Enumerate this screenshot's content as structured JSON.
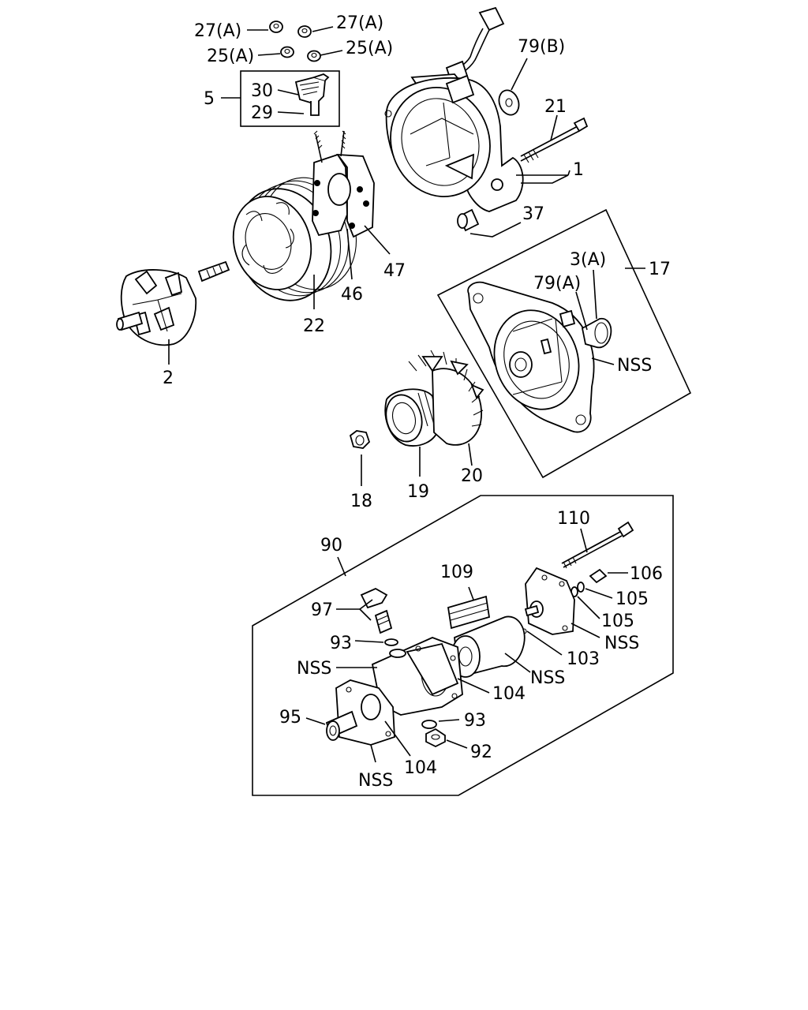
{
  "labels": {
    "l_27a_left": "27(A)",
    "l_27a_right": "27(A)",
    "l_25a_left": "25(A)",
    "l_25a_right": "25(A)",
    "l_5": "5",
    "l_30": "30",
    "l_29": "29",
    "l_79b": "79(B)",
    "l_21": "21",
    "l_1": "1",
    "l_37": "37",
    "l_47": "47",
    "l_46": "46",
    "l_22": "22",
    "l_2": "2",
    "l_17": "17",
    "l_3a": "3(A)",
    "l_79a": "79(A)",
    "l_nss_17": "NSS",
    "l_18": "18",
    "l_19": "19",
    "l_20": "20",
    "l_90": "90",
    "l_110": "110",
    "l_106": "106",
    "l_105a": "105",
    "l_105b": "105",
    "l_109": "109",
    "l_97": "97",
    "l_93a": "93",
    "l_nss_a": "NSS",
    "l_103": "103",
    "l_nss_b": "NSS",
    "l_nss_c": "NSS",
    "l_104a": "104",
    "l_95": "95",
    "l_93b": "93",
    "l_92": "92",
    "l_104b": "104",
    "l_nss_d": "NSS"
  }
}
